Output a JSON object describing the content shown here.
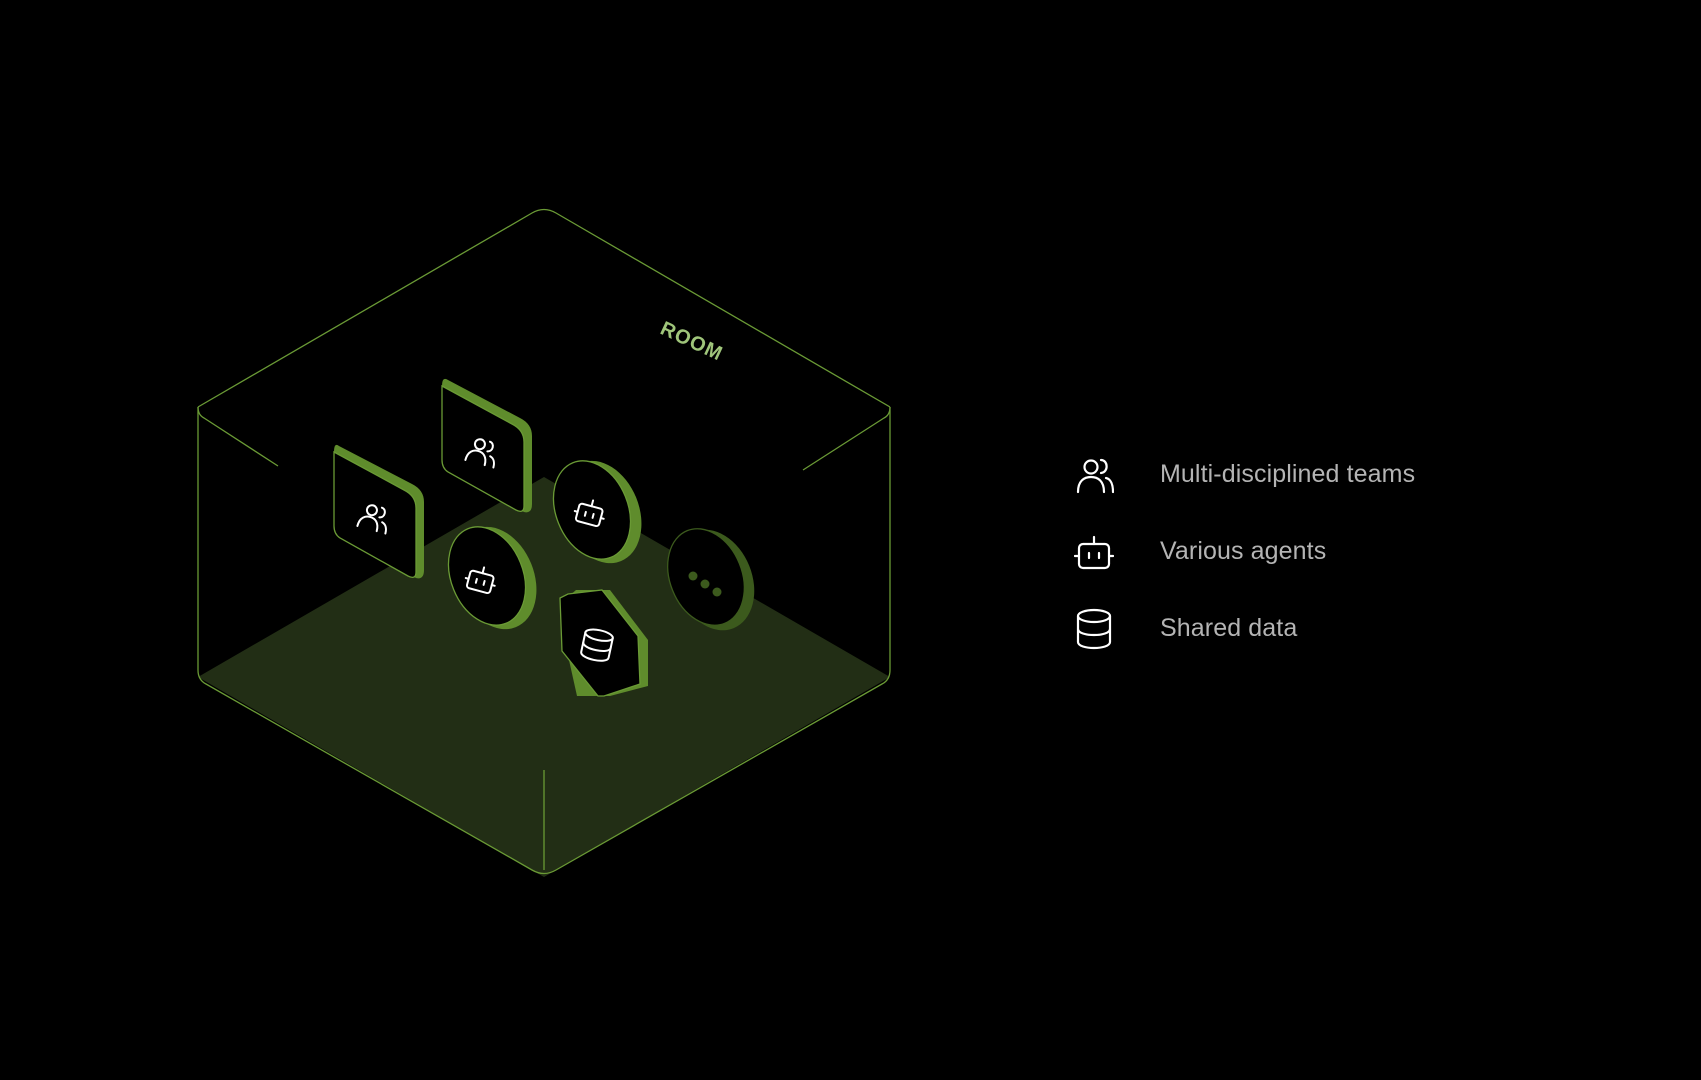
{
  "room": {
    "label": "ROOM"
  },
  "legend": {
    "items": [
      {
        "icon": "users-icon",
        "label": "Multi-disciplined teams"
      },
      {
        "icon": "robot-icon",
        "label": "Various agents"
      },
      {
        "icon": "database-icon",
        "label": "Shared data"
      }
    ]
  },
  "colors": {
    "background": "#000000",
    "outline": "#6a9a35",
    "floor": "#222e15",
    "accent": "#5f8c2c",
    "label": "#9fc57a",
    "legend_text": "#b4b4b4",
    "icon": "#ffffff"
  }
}
